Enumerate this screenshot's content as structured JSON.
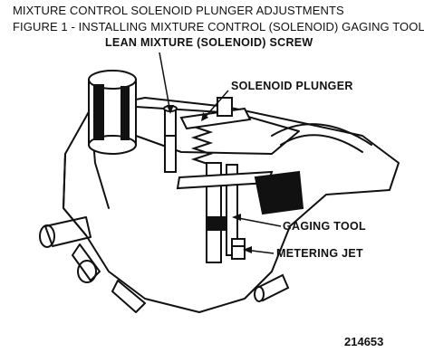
{
  "header": {
    "title_line1": "MIXTURE CONTROL SOLENOID PLUNGER ADJUSTMENTS",
    "title_line2": "FIGURE 1 - INSTALLING MIXTURE CONTROL (SOLENOID) GAGING TOOL"
  },
  "callouts": {
    "lean_screw": "LEAN MIXTURE (SOLENOID) SCREW",
    "solenoid_plunger": "SOLENOID PLUNGER",
    "gaging_tool": "GAGING TOOL",
    "metering_jet": "METERING JET"
  },
  "figure_number": "214653"
}
